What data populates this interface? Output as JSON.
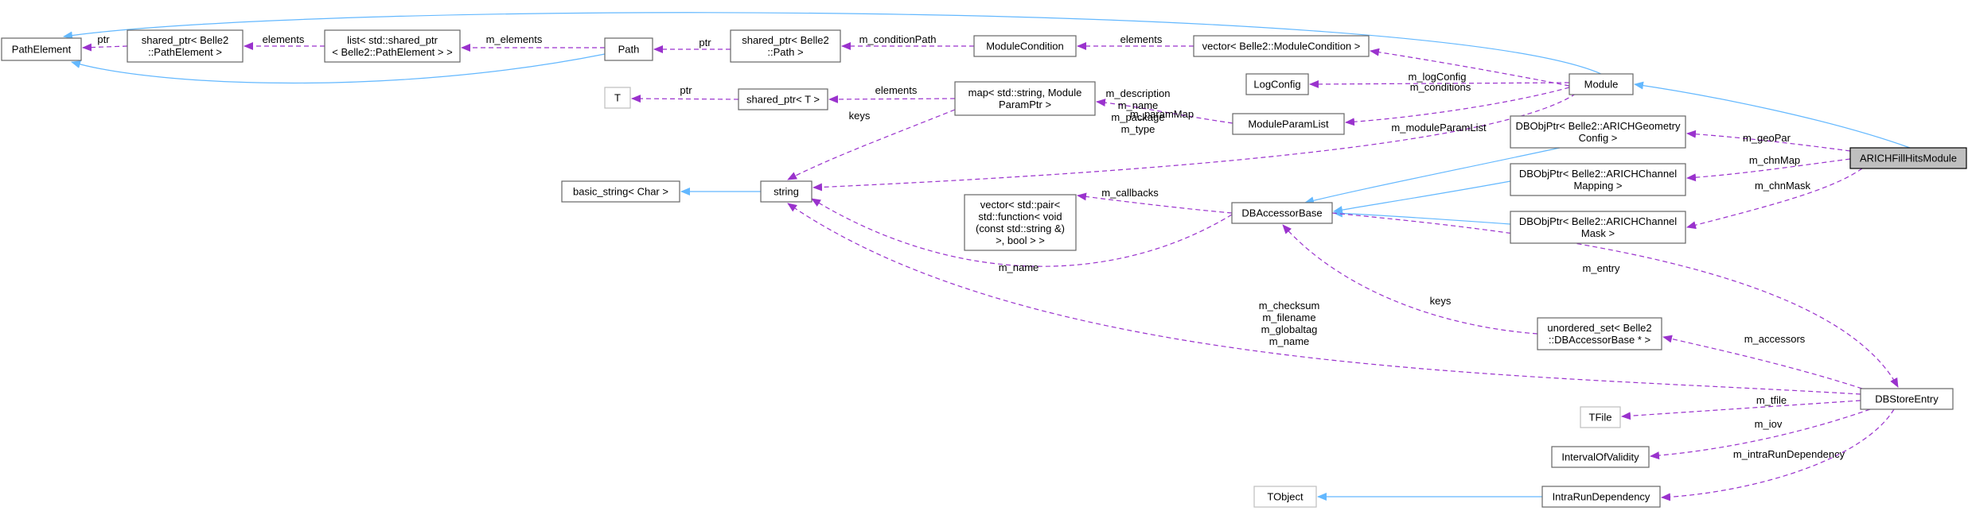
{
  "nodes": {
    "path_element": {
      "lines": [
        "PathElement"
      ]
    },
    "shared_ptr_path_element": {
      "lines": [
        "shared_ptr< Belle2",
        "::PathElement >"
      ]
    },
    "list_shared_ptr": {
      "lines": [
        "list< std::shared_ptr",
        "< Belle2::PathElement > >"
      ]
    },
    "path": {
      "lines": [
        "Path"
      ]
    },
    "shared_ptr_path": {
      "lines": [
        "shared_ptr< Belle2",
        "::Path >"
      ]
    },
    "module_condition": {
      "lines": [
        "ModuleCondition"
      ]
    },
    "vector_module_condition": {
      "lines": [
        "vector< Belle2::ModuleCondition >"
      ]
    },
    "module": {
      "lines": [
        "Module"
      ]
    },
    "arich_fill_hits_module": {
      "lines": [
        "ARICHFillHitsModule"
      ]
    },
    "t": {
      "lines": [
        "T"
      ]
    },
    "shared_ptr_t": {
      "lines": [
        "shared_ptr< T >"
      ]
    },
    "map_param": {
      "lines": [
        "map< std::string, Module",
        "ParamPtr >"
      ]
    },
    "log_config": {
      "lines": [
        "LogConfig"
      ]
    },
    "module_param_list": {
      "lines": [
        "ModuleParamList"
      ]
    },
    "dbobjptr_geometry": {
      "lines": [
        "DBObjPtr< Belle2::ARICHGeometry",
        "Config >"
      ]
    },
    "dbobjptr_mapping": {
      "lines": [
        "DBObjPtr< Belle2::ARICHChannel",
        "Mapping >"
      ]
    },
    "dbobjptr_mask": {
      "lines": [
        "DBObjPtr< Belle2::ARICHChannel",
        "Mask >"
      ]
    },
    "basic_string": {
      "lines": [
        "basic_string< Char >"
      ]
    },
    "string": {
      "lines": [
        "string"
      ]
    },
    "vector_pair": {
      "lines": [
        "vector< std::pair<",
        "std::function< void",
        "(const std::string &)",
        ">, bool > >"
      ]
    },
    "db_accessor_base": {
      "lines": [
        "DBAccessorBase"
      ]
    },
    "unordered_set": {
      "lines": [
        "unordered_set< Belle2",
        "::DBAccessorBase * >"
      ]
    },
    "db_store_entry": {
      "lines": [
        "DBStoreEntry"
      ]
    },
    "tfile": {
      "lines": [
        "TFile"
      ]
    },
    "interval_of_validity": {
      "lines": [
        "IntervalOfValidity"
      ]
    },
    "tobject": {
      "lines": [
        "TObject"
      ]
    },
    "intra_run_dependency": {
      "lines": [
        "IntraRunDependency"
      ]
    }
  },
  "edges": {
    "ptr_pe": {
      "lines": [
        "ptr"
      ]
    },
    "elements_list": {
      "lines": [
        "elements"
      ]
    },
    "m_elements": {
      "lines": [
        "m_elements"
      ]
    },
    "ptr_path": {
      "lines": [
        "ptr"
      ]
    },
    "m_condition_path": {
      "lines": [
        "m_conditionPath"
      ]
    },
    "elements_vec": {
      "lines": [
        "elements"
      ]
    },
    "m_conditions": {
      "lines": [
        "m_conditions"
      ]
    },
    "m_log_config": {
      "lines": [
        "m_logConfig"
      ]
    },
    "m_module_param_list": {
      "lines": [
        "m_moduleParamList"
      ]
    },
    "ptr_t": {
      "lines": [
        "ptr"
      ]
    },
    "elements_map": {
      "lines": [
        "elements"
      ]
    },
    "m_param_map": {
      "lines": [
        "m_paramMap"
      ]
    },
    "keys_map": {
      "lines": [
        "keys"
      ]
    },
    "module_strings": {
      "lines": [
        "m_description",
        "m_name",
        "m_package",
        "m_type"
      ]
    },
    "m_geo_par": {
      "lines": [
        "m_geoPar"
      ]
    },
    "m_chn_map": {
      "lines": [
        "m_chnMap"
      ]
    },
    "m_chn_mask": {
      "lines": [
        "m_chnMask"
      ]
    },
    "m_callbacks": {
      "lines": [
        "m_callbacks"
      ]
    },
    "m_name_db": {
      "lines": [
        "m_name"
      ]
    },
    "m_entry": {
      "lines": [
        "m_entry"
      ]
    },
    "keys_set": {
      "lines": [
        "keys"
      ]
    },
    "m_accessors": {
      "lines": [
        "m_accessors"
      ]
    },
    "entry_strings": {
      "lines": [
        "m_checksum",
        "m_filename",
        "m_globaltag",
        "m_name"
      ]
    },
    "m_tfile": {
      "lines": [
        "m_tfile"
      ]
    },
    "m_iov": {
      "lines": [
        "m_iov"
      ]
    },
    "m_intra_run_dependency": {
      "lines": [
        "m_intraRunDependency"
      ]
    }
  },
  "colors": {
    "inheritance": "#63b8ff",
    "usage": "#9a32cd",
    "focus_fill": "#bfbfbf"
  }
}
